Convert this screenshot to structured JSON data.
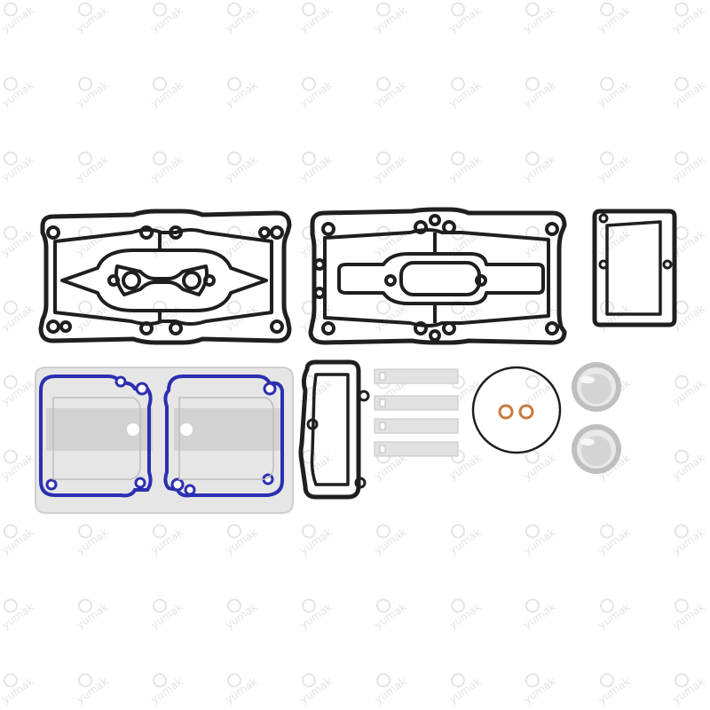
{
  "watermark": {
    "text": "yumak",
    "color": "#e4e4e4"
  },
  "colors": {
    "background": "#ffffff",
    "gasket_black": "#1f1f1f",
    "gasket_blue": "#2c2fb0",
    "plate_grey": "#d8d8d8",
    "plate_light": "#ececec",
    "steel": "#c9c9c9",
    "copper": "#c77a3a"
  },
  "items": [
    {
      "name": "head-gasket-left",
      "kind": "black gasket"
    },
    {
      "name": "head-gasket-right",
      "kind": "black gasket"
    },
    {
      "name": "cover-gasket",
      "kind": "black gasket"
    },
    {
      "name": "valve-plate-blue-gasket",
      "kind": "blue-lined plate"
    },
    {
      "name": "side-cover-gasket",
      "kind": "black gasket"
    },
    {
      "name": "reed-valves",
      "kind": "steel strips",
      "count": 4
    },
    {
      "name": "o-ring-large",
      "kind": "o-ring"
    },
    {
      "name": "copper-washers",
      "kind": "copper rings",
      "count": 2
    },
    {
      "name": "filter-cups",
      "kind": "steel cups",
      "count": 2
    }
  ]
}
